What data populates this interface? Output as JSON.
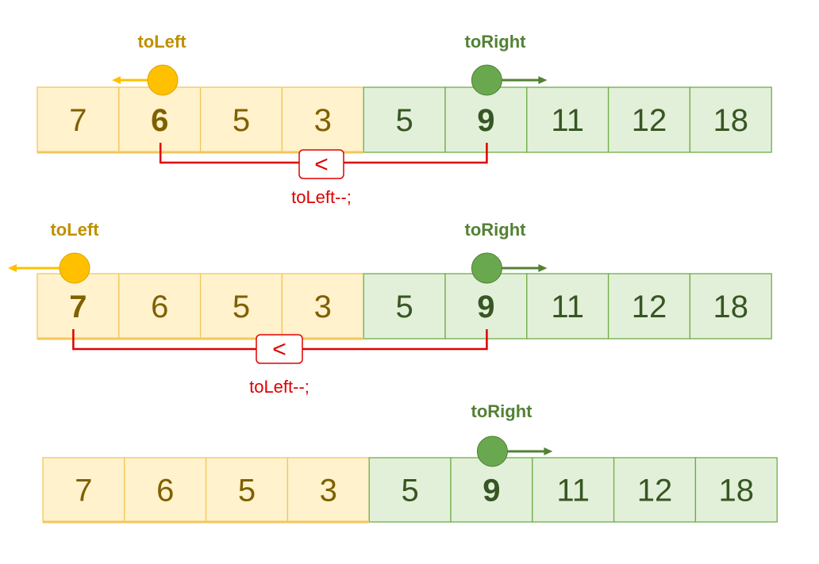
{
  "colors": {
    "left_fill": "#FFF2CC",
    "left_stroke": "#F2C75C",
    "left_text": "#7F6000",
    "left_pointer": "#FFC000",
    "left_label": "#BF9000",
    "right_fill": "#E2F0D9",
    "right_stroke": "#70AD47",
    "right_text": "#375623",
    "right_pointer": "#6AA84F",
    "right_label": "#538135",
    "compare": "#E00000"
  },
  "rows": [
    {
      "cells": [
        "7",
        "6",
        "5",
        "3",
        "5",
        "9",
        "11",
        "12",
        "18"
      ],
      "left_count": 4,
      "highlight": [
        1,
        5
      ],
      "to_left": {
        "label": "toLeft",
        "pointer_index": 1
      },
      "to_right": {
        "label": "toRight",
        "pointer_index": 5
      },
      "comparison": {
        "from_index": 1,
        "to_index": 5,
        "symbol": "<",
        "action": "toLeft--;"
      }
    },
    {
      "cells": [
        "7",
        "6",
        "5",
        "3",
        "5",
        "9",
        "11",
        "12",
        "18"
      ],
      "left_count": 4,
      "highlight": [
        0,
        5
      ],
      "to_left": {
        "label": "toLeft",
        "pointer_index": 0
      },
      "to_right": {
        "label": "toRight",
        "pointer_index": 5
      },
      "comparison": {
        "from_index": 0,
        "to_index": 5,
        "symbol": "<",
        "action": "toLeft--;"
      }
    },
    {
      "cells": [
        "7",
        "6",
        "5",
        "3",
        "5",
        "9",
        "11",
        "12",
        "18"
      ],
      "left_count": 4,
      "highlight": [
        5
      ],
      "to_right": {
        "label": "toRight",
        "pointer_index": 5
      }
    }
  ]
}
